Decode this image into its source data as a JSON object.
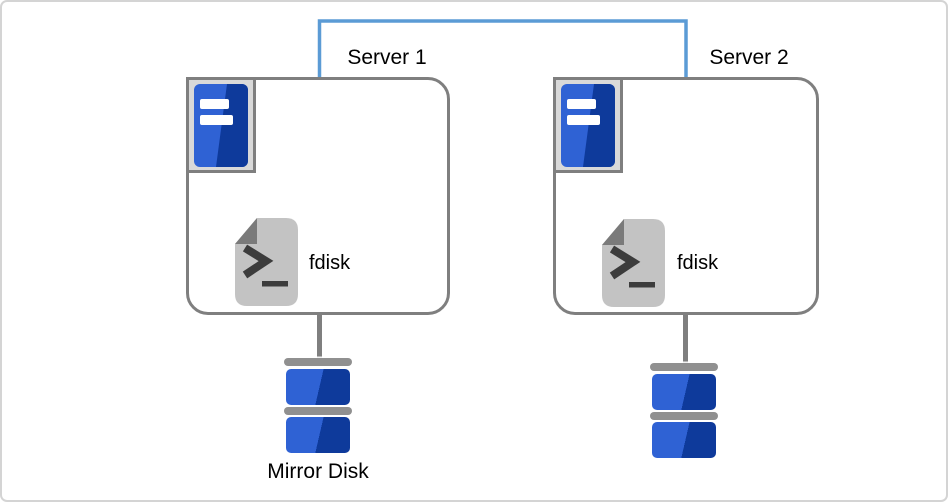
{
  "colors": {
    "connector_blue": "#5b9bd5",
    "box_border_gray": "#7f7f7f",
    "tray_bg": "#d9d9d9",
    "tower_blue_light": "#2f62d4",
    "tower_blue_dark": "#0e3a9b",
    "doc_body_gray": "#c3c3c3",
    "doc_fold_gray": "#7a7a7a",
    "prompt_dark": "#3c3c3c",
    "disk_bar_gray": "#909090",
    "disk_blue_light": "#2f62d4",
    "disk_blue_dark": "#0e3a9b"
  },
  "servers": [
    {
      "label": "Server 1",
      "tool": "fdisk",
      "disk_label": "Mirror Disk"
    },
    {
      "label": "Server 2",
      "tool": "fdisk",
      "disk_label": ""
    }
  ]
}
